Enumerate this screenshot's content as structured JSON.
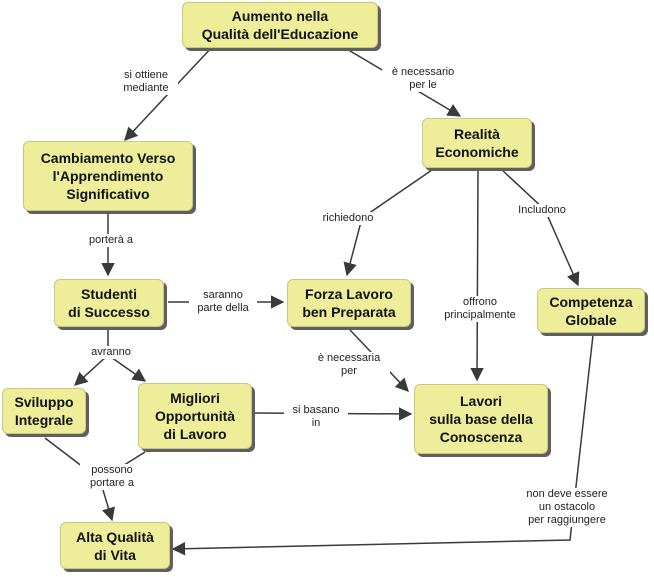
{
  "concepts": {
    "aumento": "Aumento nella\nQualità dell'Educazione",
    "cambiamento": "Cambiamento Verso\nl'Apprendimento\nSignificativo",
    "realta": "Realità\nEconomiche",
    "studenti": "Studenti\ndi Successo",
    "forza": "Forza Lavoro\nben Preparata",
    "competenza": "Competenza\nGlobale",
    "sviluppo": "Sviluppo\nIntegrale",
    "migliori": "Migliori\nOpportunità\ndi Lavoro",
    "lavori": "Lavori\nsulla base della\nConoscenza",
    "alta": "Alta Qualità\ndi Vita"
  },
  "links": {
    "si_ottiene": "si ottiene\nmediante",
    "e_necessario": "è necessario\nper le",
    "portera": "porterà a",
    "richiedono": "richiedono",
    "includono": "Includono",
    "saranno": "saranno\nparte della",
    "offrono": "offrono\nprincipalmente",
    "avranno": "avranno",
    "e_necessaria": "è necessaria\nper",
    "si_basano": "si basano\nin",
    "possono": "possono\nportare a",
    "non_deve": "non deve essere\nun ostacolo\nper raggiungere"
  }
}
